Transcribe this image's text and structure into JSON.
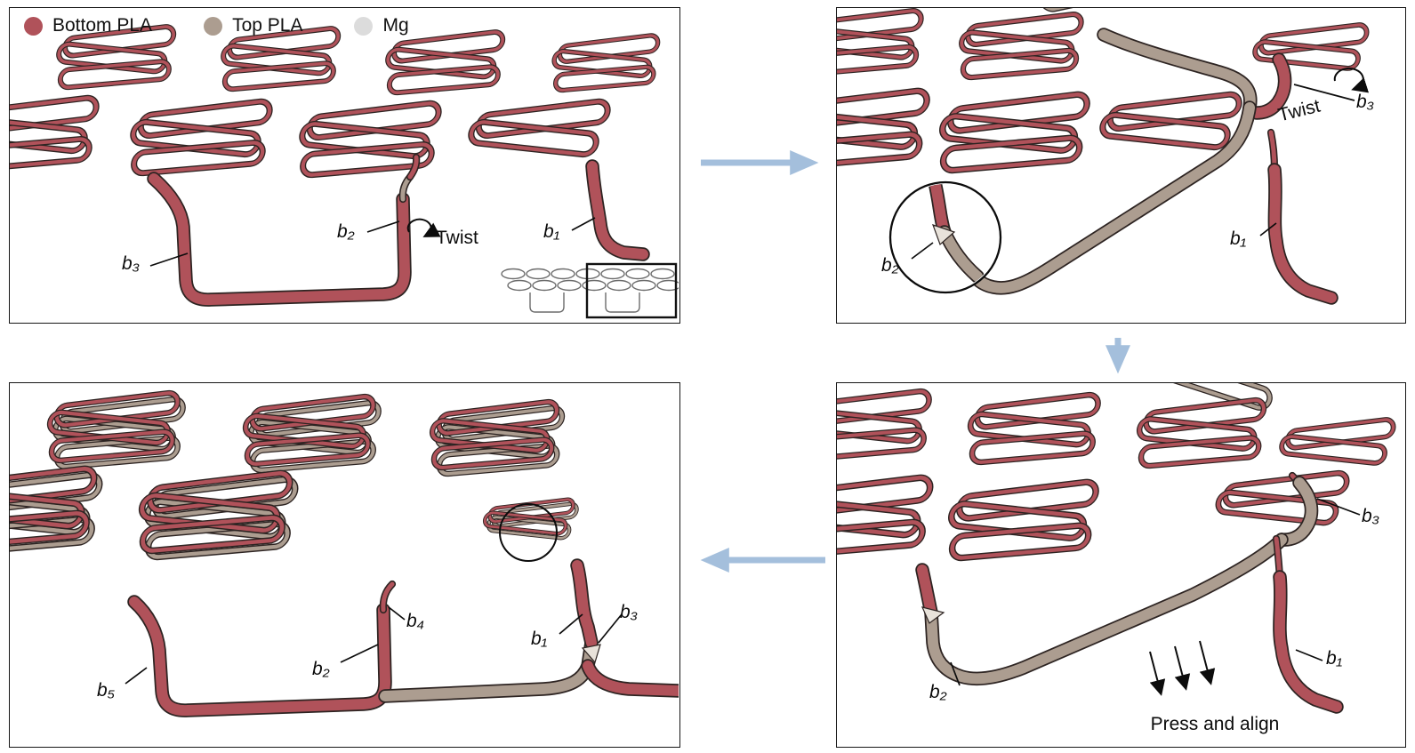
{
  "legend": {
    "items": [
      {
        "label": "Bottom PLA",
        "color": "#b0525a"
      },
      {
        "label": "Top PLA",
        "color": "#ac9d90"
      },
      {
        "label": "Mg",
        "color": "#dcdcdc"
      }
    ]
  },
  "colors": {
    "bottom_pla": "#b0525a",
    "top_pla": "#ac9d90",
    "mg": "#dcdcdc",
    "ribbon_outline": "#2d2422",
    "flow_arrow": "#a4bfdc"
  },
  "panels": {
    "top_left": {
      "twist": "Twist",
      "labels": {
        "b1": "b₁",
        "b2": "b₂",
        "b3": "b₃"
      }
    },
    "top_right": {
      "twist": "Twist",
      "labels": {
        "b1": "b₁",
        "b2": "b₂",
        "b3": "b₃"
      }
    },
    "bottom_right": {
      "action": "Press and align",
      "labels": {
        "b1": "b₁",
        "b2": "b₂",
        "b3": "b₃"
      }
    },
    "bottom_left": {
      "labels": {
        "b1": "b₁",
        "b2": "b₂",
        "b3": "b₃",
        "b4": "b₄",
        "b5": "b₅"
      }
    }
  }
}
